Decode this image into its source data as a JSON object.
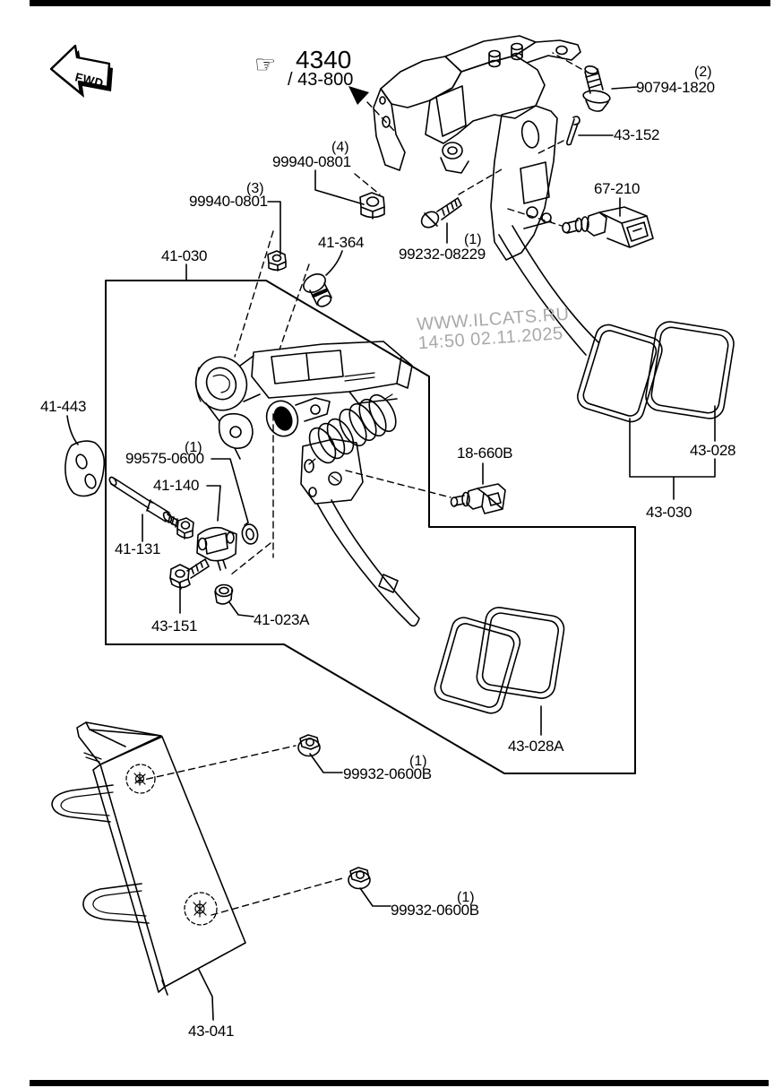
{
  "diagram": {
    "fwd_label": "FWD",
    "hand_icon": "☞",
    "watermark": {
      "line1": "WWW.ILCATS.RU",
      "line2": "14:50 02.11.2025",
      "color": "#a9a9a9"
    },
    "colors": {
      "line": "#000000",
      "background": "#ffffff"
    },
    "callouts": {
      "ref_main": {
        "num": "4340"
      },
      "ref_sub": {
        "num": "/ 43-800"
      },
      "b90794": {
        "qty": "(2)",
        "num": "90794-1820"
      },
      "p43152": {
        "num": "43-152"
      },
      "n99940_4": {
        "qty": "(4)",
        "num": "99940-0801"
      },
      "n99940_3": {
        "qty": "(3)",
        "num": "99940-0801"
      },
      "a41030": {
        "num": "41-030"
      },
      "c41364": {
        "num": "41-364"
      },
      "b99232": {
        "qty": "(1)",
        "num": "99232-08229"
      },
      "s67210": {
        "num": "67-210"
      },
      "g41443": {
        "num": "41-443"
      },
      "w99575": {
        "qty": "(1)",
        "num": "99575-0600"
      },
      "y41140": {
        "num": "41-140"
      },
      "r41131": {
        "num": "41-131"
      },
      "s18660b": {
        "num": "18-660B"
      },
      "p43028": {
        "num": "43-028"
      },
      "a43030": {
        "num": "43-030"
      },
      "b43151": {
        "num": "43-151"
      },
      "u41023a": {
        "num": "41-023A"
      },
      "p43028a": {
        "num": "43-028A"
      },
      "n99932_1": {
        "qty": "(1)",
        "num": "99932-0600B"
      },
      "n99932_2": {
        "qty": "(1)",
        "num": "99932-0600B"
      },
      "f43041": {
        "num": "43-041"
      }
    }
  }
}
